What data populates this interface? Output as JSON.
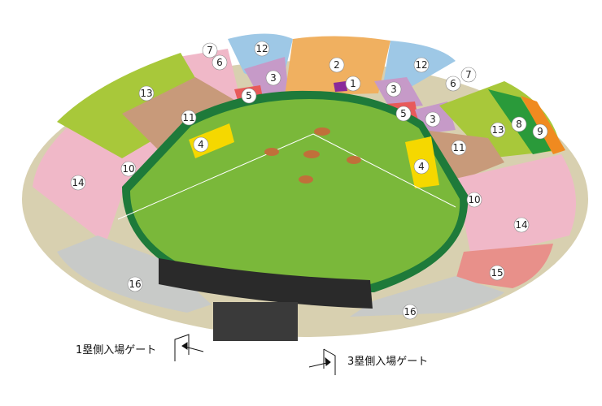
{
  "map": {
    "sections_left": [
      "7",
      "6",
      "12",
      "3",
      "5",
      "2",
      "1",
      "13",
      "11",
      "4",
      "10",
      "14",
      "16"
    ],
    "sections_right": [
      "12",
      "7",
      "6",
      "3",
      "5",
      "3",
      "13",
      "8",
      "9",
      "11",
      "4",
      "10",
      "14",
      "15",
      "16"
    ],
    "colors": {
      "outfield_green": "#a8c83a",
      "brown": "#c89a7a",
      "pink": "#f0b8c8",
      "blue": "#9ec8e6",
      "purple": "#c69ac8",
      "orange": "#f0b060",
      "red": "#e85a5a",
      "yellow": "#f5d800",
      "gray": "#c8cac8",
      "field": "#7ab83a",
      "infield": "#c0703a"
    }
  },
  "gates": {
    "first_base": "1塁側入場ゲート",
    "third_base": "3塁側入場ゲート"
  }
}
